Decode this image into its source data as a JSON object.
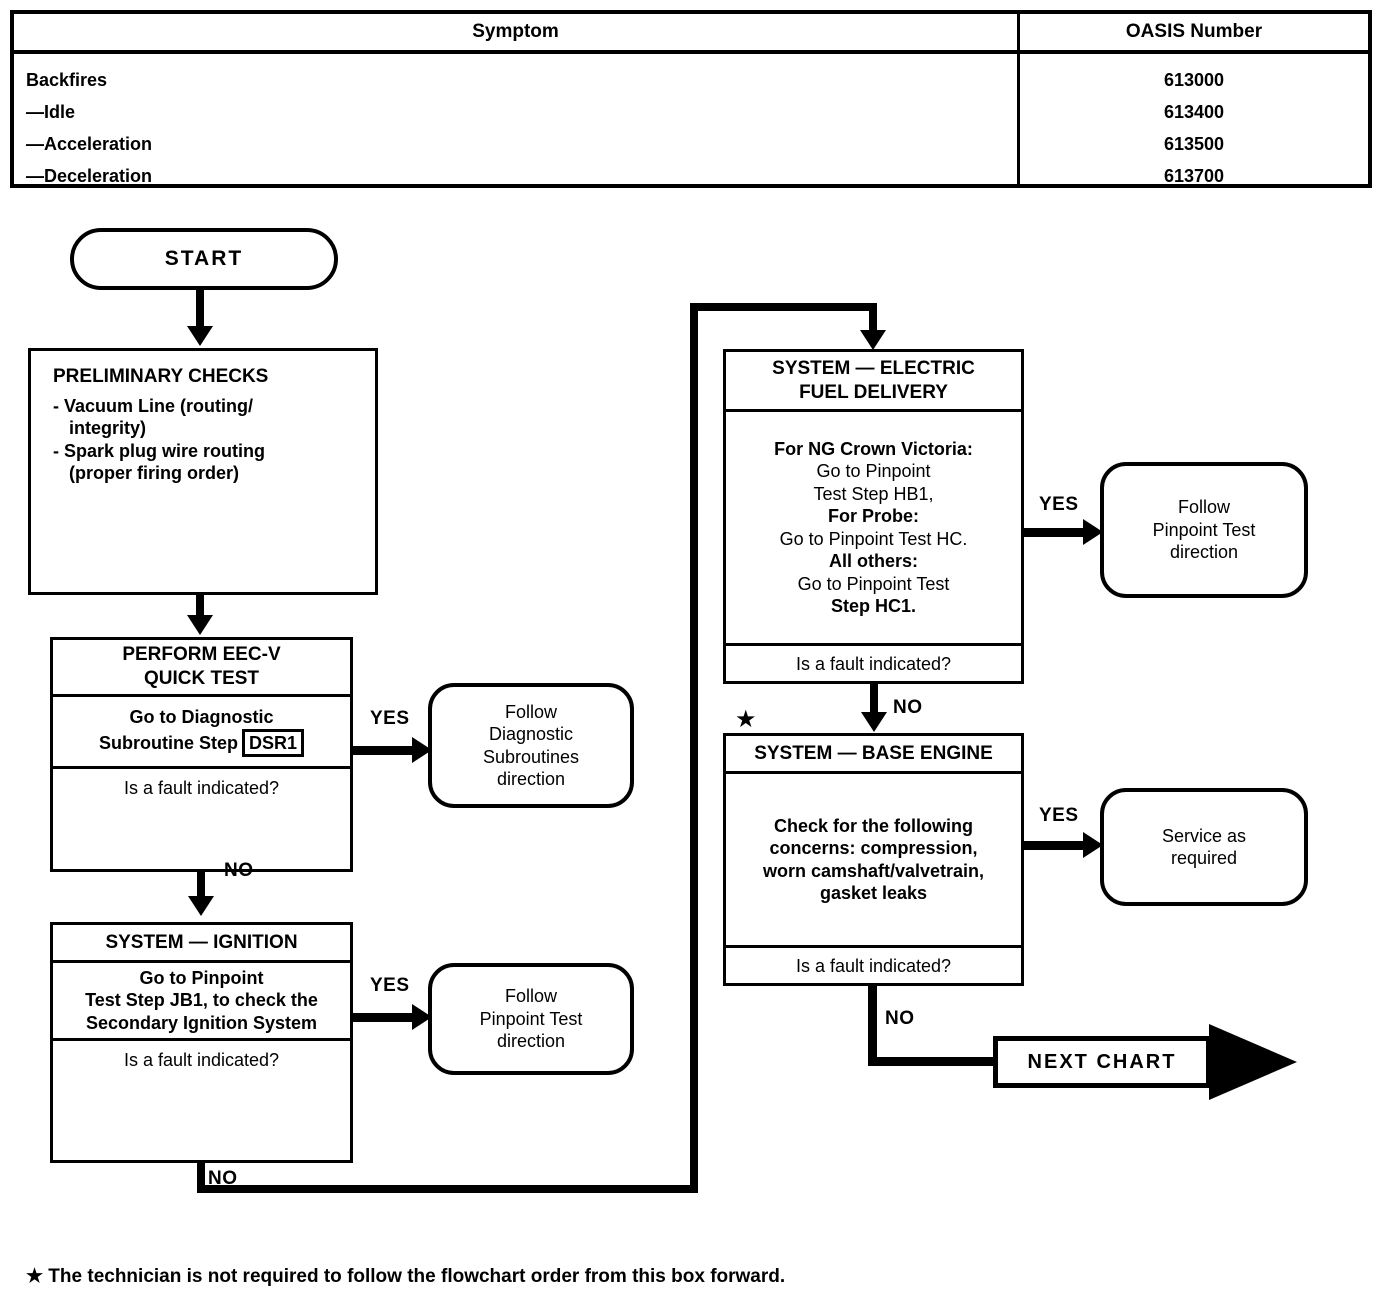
{
  "table": {
    "headers": [
      "Symptom",
      "OASIS Number"
    ],
    "rows": [
      {
        "symptom": "Backfires",
        "oasis": "613000"
      },
      {
        "symptom": "—Idle",
        "oasis": "613400"
      },
      {
        "symptom": "—Acceleration",
        "oasis": "613500"
      },
      {
        "symptom": "—Deceleration",
        "oasis": "613700"
      }
    ]
  },
  "flow": {
    "start": "START",
    "preliminary": {
      "title": "PRELIMINARY CHECKS",
      "line1": "- Vacuum Line (routing/",
      "line2": "integrity)",
      "line3": "- Spark plug wire routing",
      "line4": "(proper firing order)"
    },
    "quick_test": {
      "title_l1": "PERFORM EEC-V",
      "title_l2": "QUICK TEST",
      "body_l1": "Go to Diagnostic",
      "body_l2": "Subroutine Step",
      "body_tag": "DSR1",
      "question": "Is a fault indicated?"
    },
    "ignition": {
      "title": "SYSTEM — IGNITION",
      "body_l1": "Go to Pinpoint",
      "body_l2": "Test Step JB1, to check the",
      "body_l3": "Secondary Ignition System",
      "question": "Is a fault indicated?"
    },
    "fuel_delivery": {
      "title_l1": "SYSTEM — ELECTRIC",
      "title_l2": "FUEL DELIVERY",
      "b1": "For NG Crown Victoria:",
      "b2": "Go to Pinpoint",
      "b3": "Test Step HB1,",
      "b4": "For Probe:",
      "b5": "Go to Pinpoint Test HC.",
      "b6": "All others:",
      "b7": "Go to Pinpoint Test",
      "b8": "Step HC1.",
      "question": "Is a fault indicated?"
    },
    "base_engine": {
      "title": "SYSTEM — BASE ENGINE",
      "b1": "Check for the following",
      "b2": "concerns: compression,",
      "b3": "worn camshaft/valvetrain,",
      "b4": "gasket leaks",
      "question": "Is a fault indicated?"
    },
    "terminators": {
      "diag_sub": "Follow\nDiagnostic\nSubroutines\ndirection",
      "pinpoint": "Follow\nPinpoint Test\ndirection",
      "service": "Service as\nrequired"
    },
    "edges": {
      "yes1": "YES",
      "no1": "NO",
      "yes2": "YES",
      "no2": "NO",
      "yes3": "YES",
      "no3": "NO",
      "yes4": "YES",
      "no4": "NO"
    },
    "next_chart": "NEXT  CHART",
    "star_glyph": "★",
    "footnote": "★ The technician is not required to follow the flowchart order from this box forward."
  }
}
